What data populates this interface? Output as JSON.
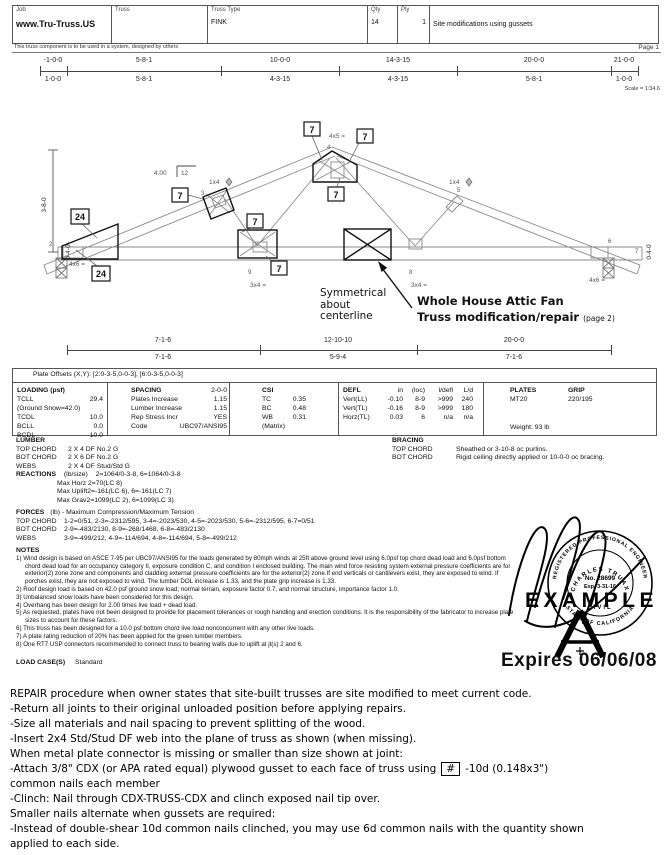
{
  "header": {
    "fields": [
      {
        "label": "Job",
        "value": "www.Tru-Truss.US"
      },
      {
        "label": "Truss",
        "value": ""
      },
      {
        "label": "Truss Type",
        "value": "FINK"
      },
      {
        "label": "Qty",
        "value": "14"
      },
      {
        "label": "Ply",
        "value": "1"
      }
    ],
    "description": "Site modifications using gussets",
    "disclaimer": "This truss component is to be used in a system, designed by others",
    "page": "Page 1"
  },
  "ruler_top": {
    "point_labels": [
      "-1-0-0",
      "5-8-1",
      "10-0-0",
      "14-3-15",
      "20-0-0",
      "21-0-0"
    ],
    "segment_labels": [
      "1-0-0",
      "5-8-1",
      "4-3-15",
      "4-3-15",
      "5-8-1",
      "1-0-0"
    ],
    "scale_note": "Scale = 1:34.6"
  },
  "ruler_bottom": {
    "point_labels": [
      "7-1-6",
      "12-10-10",
      "20-0-0"
    ],
    "segment_labels": [
      "7-1-6",
      "5-9-4",
      "7-1-6"
    ]
  },
  "diagram": {
    "slope_value": "4.00",
    "slope_run": "12",
    "height_dim": "3-8-0",
    "heel_dim_left": "0-4-0",
    "heel_dim_right": "0-4-0",
    "joints": {
      "j2": "2",
      "j3": "3",
      "j4": "4",
      "j5": "5",
      "j6": "6",
      "j7": "7",
      "j8": "8",
      "j9": "9"
    },
    "plates": {
      "heel_left": "4x6 =",
      "heel_right": "4x6 =",
      "web_left": "1x4",
      "web_right": "1x4",
      "apex": "4x5 =",
      "bottom_left": "3x4 =",
      "bottom_right": "3x4 ="
    },
    "repair_tags": {
      "heel_a": "24",
      "heel_b": "24",
      "t1": "7",
      "t2": "7",
      "t3": "7",
      "t4": "7",
      "t5": "7",
      "t6": "7"
    },
    "annotations": {
      "symmetry_line1": "Symmetrical",
      "symmetry_line2": "about",
      "symmetry_line3": "centerline",
      "fan_line1": "Whole House Attic Fan",
      "fan_line2": "Truss modification/repair",
      "fan_page_ref": "(page 2)"
    }
  },
  "plate_offsets": "Plate Offsets (X,Y):  [2:0-3-5,0-0-3], [6:0-3-5,0-0-3]",
  "loading": {
    "title": "LOADING (psf)",
    "rows": [
      [
        "TCLL",
        "29.4"
      ],
      [
        "(Ground Snow=42.0)",
        ""
      ],
      [
        "TCDL",
        "10.0"
      ],
      [
        "BCLL",
        "0.0"
      ],
      [
        "BCDL",
        "10.0"
      ]
    ]
  },
  "spacing": {
    "title": "SPACING",
    "value": "2-0-0",
    "rows": [
      [
        "Plates Increase",
        "1.15"
      ],
      [
        "Lumber Increase",
        "1.15"
      ],
      [
        "Rep Stress Incr",
        "YES"
      ],
      [
        "Code",
        "UBC97/ANSI95"
      ]
    ]
  },
  "csi": {
    "title": "CSI",
    "rows": [
      [
        "TC",
        "0.35"
      ],
      [
        "BC",
        "0.48"
      ],
      [
        "WB",
        "0.31"
      ]
    ],
    "footer": "(Matrix)"
  },
  "defl": {
    "title": "DEFL",
    "col_headers": [
      "in",
      "(loc)",
      "l/defl",
      "L/d"
    ],
    "rows": [
      [
        "Vert(LL)",
        "-0.10",
        "8-9",
        ">999",
        "240"
      ],
      [
        "Vert(TL)",
        "-0.16",
        "8-9",
        ">999",
        "180"
      ],
      [
        "Horz(TL)",
        "0.03",
        "6",
        "n/a",
        "n/a"
      ]
    ]
  },
  "plates_info": {
    "title": "PLATES",
    "grip_title": "GRIP",
    "plate": "MT20",
    "grip": "220/195",
    "weight": "Weight: 93 lb"
  },
  "lumber": {
    "title": "LUMBER",
    "rows": [
      [
        "TOP CHORD",
        "2 X 4 DF No.2 G"
      ],
      [
        "BOT CHORD",
        "2 X 6 DF No.2 G"
      ],
      [
        "WEBS",
        "2 X 4 DF Stud/Std G"
      ]
    ]
  },
  "bracing": {
    "title": "BRACING",
    "rows": [
      [
        "TOP CHORD",
        "Sheathed or 3-10-8 oc purlins."
      ],
      [
        "BOT CHORD",
        "Rigid ceiling directly applied or 10-0-0 oc bracing."
      ]
    ]
  },
  "reactions": {
    "title": "REACTIONS",
    "unit": "(lb/size)",
    "summary": "2=1064/0-3-8, 6=1064/0-3-8",
    "lines": [
      "Max Horz 2=70(LC 8)",
      "Max Uplift2=-161(LC 6), 6=-161(LC 7)",
      "Max Grav2=1099(LC 2), 6=1099(LC 3)"
    ]
  },
  "forces": {
    "title": "FORCES",
    "unit": "(lb) - Maximum Compression/Maximum Tension",
    "rows": [
      [
        "TOP CHORD",
        "1-2=0/51, 2-3=-2312/595, 3-4=-2023/530, 4-5=-2023/530, 5-6=-2312/595, 6-7=0/51"
      ],
      [
        "BOT CHORD",
        "2-9=-483/2130, 8-9=-268/1468, 6-8=-483/2130"
      ],
      [
        "WEBS",
        "3-9=-499/212, 4-9=-114/694, 4-8=-114/694, 5-8=-499/212"
      ]
    ]
  },
  "notes": {
    "title": "NOTES",
    "items": [
      "1) Wind design is based on ASCE 7-95 per UBC97/ANSI95  for the loads generated by 80mph winds at 25ft above ground level using 6.0psf top chord dead load and 6.0psf bottom chord dead load for an occupancy category II, exposure condition C, and condition I enclosed building. The main wind force resisting system external pressure coefficients are for  exterior(2) zone zone  and components and cladding external pressure coefficients are for the exterior(2) zone.If end verticals or cantilevers exist, they are exposed to wind.  If porches exist, they are not exposed to wind.  The lumber DOL increase is 1.33, and the plate grip increase is 1.33.",
      "2) Roof design load is based on 42.0 psf ground snow load; normal terrain, exposure factor 0.7; and normal structure, importance factor 1.0.",
      "3) Unbalanced snow loads have been considered for this design.",
      "4) Overhang has been design for 2.00 times live load + dead load.",
      "5) As requested, plates have not been designed to provide for placement tolerances or rough handling and erection conditions.  It is the responsibility of the fabricator to increase plate sizes to account for these factors.",
      "6) This truss has been designed for a 10.0 psf bottom chord live load nonconcurrent with any other live loads.",
      "7) A plate rating reduction of 20% has been applied for the green lumber members.",
      "8) One RT7 USP connectors recommended to connect truss to bearing walls due to uplift at jt(s) 2 and 6."
    ]
  },
  "load_case": {
    "title": "LOAD CASE(S)",
    "value": "Standard"
  },
  "stamp": {
    "ring_top": "REGISTERED PROFESSIONAL ENGINEER",
    "name": "CHARLES  TRUAX",
    "license_no": "No. 28699",
    "license_exp": "Exp. 3-31-16",
    "discipline": "CIVIL",
    "ring_bottom": "STATE OF CALIFORNIA",
    "overlay": "EXAMPLE",
    "expires": "Expires 06/06/08"
  },
  "repair": {
    "lines_top": [
      "REPAIR procedure when owner states that site-built trusses are site modified to meet current code.",
      "-Return all joints to their original unloaded position before applying repairs.",
      "-Size all materials and nail spacing to prevent splitting of the wood.",
      "-Insert 2x4 Std/Stud DF web into the plane of truss as shown (when missing).",
      "When metal plate connector is missing or smaller than size shown at joint:"
    ],
    "attach_pre": "-Attach 3/8\" CDX (or APA rated equal) plywood gusset to each face of truss using",
    "attach_box": "#",
    "attach_post": "-10d (0.148x3\")",
    "lines_bottom": [
      "common nails each member",
      "-Clinch: Nail through CDX-TRUSS-CDX and clinch exposed nail tip over.",
      "Smaller nails alternate when gussets are required:",
      "-Instead of double-shear 10d common nails clinched, you may use 6d common nails with the quantity shown",
      "applied to each side."
    ]
  }
}
